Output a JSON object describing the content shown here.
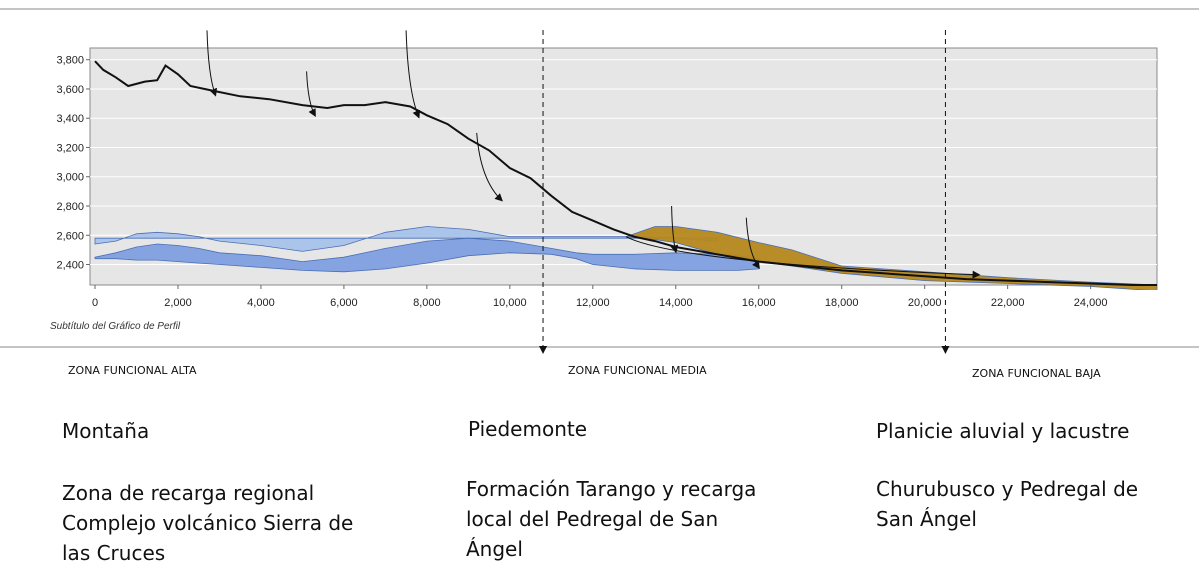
{
  "chart_data": {
    "type": "area",
    "subtitle": "Subtítulo del Gráfico de Perfil",
    "x_ticks": [
      "0",
      "2,000",
      "4,000",
      "6,000",
      "8,000",
      "10,000",
      "12,000",
      "14,000",
      "16,000",
      "18,000",
      "20,000",
      "22,000",
      "24,000"
    ],
    "y_ticks": [
      "2,400",
      "2,600",
      "2,800",
      "3,000",
      "3,200",
      "3,400",
      "3,600",
      "3,800"
    ],
    "xlim": [
      0,
      25600
    ],
    "ylim": [
      2260,
      3880
    ],
    "grid": true,
    "series": [
      {
        "kind": "terrain-line",
        "color": "#111111",
        "x": [
          0,
          200,
          500,
          800,
          1200,
          1500,
          1700,
          2000,
          2300,
          2800,
          3500,
          4200,
          5000,
          5600,
          6000,
          6500,
          7000,
          7600,
          8000,
          8500,
          9000,
          9500,
          10000,
          10500,
          11000,
          11500,
          12000,
          12500,
          13000,
          13500,
          14000,
          15000,
          16000,
          17000,
          18000,
          19000,
          20000,
          21000,
          22000,
          23000,
          24000,
          25000,
          25600
        ],
        "y": [
          3790,
          3730,
          3680,
          3620,
          3650,
          3660,
          3760,
          3700,
          3620,
          3590,
          3550,
          3530,
          3490,
          3470,
          3490,
          3490,
          3510,
          3480,
          3420,
          3360,
          3260,
          3180,
          3060,
          2990,
          2870,
          2760,
          2700,
          2640,
          2590,
          2560,
          2520,
          2470,
          2420,
          2390,
          2360,
          2340,
          2320,
          2300,
          2290,
          2280,
          2270,
          2260,
          2260
        ]
      },
      {
        "kind": "aquifer-upper",
        "color": "#a6c2ea",
        "x": [
          0,
          500,
          1000,
          1500,
          2000,
          2500,
          3000,
          4000,
          5000,
          6000,
          7000,
          8000,
          9000,
          10000,
          11000,
          12000,
          13000,
          14000,
          15000
        ],
        "upper": [
          2540,
          2560,
          2610,
          2620,
          2610,
          2590,
          2560,
          2530,
          2490,
          2530,
          2620,
          2660,
          2640,
          2590,
          2590,
          2590,
          2590,
          2580,
          2560
        ],
        "lower": [
          2580,
          2580,
          2580,
          2580,
          2580,
          2580,
          2580,
          2580,
          2580,
          2580,
          2580,
          2580,
          2580,
          2580,
          2580,
          2580,
          2580,
          2580,
          2580
        ]
      },
      {
        "kind": "aquifer-lower",
        "color": "#7e9fdf",
        "x": [
          0,
          500,
          1000,
          1500,
          2000,
          2500,
          3000,
          4000,
          5000,
          6000,
          7000,
          8000,
          9000,
          10000,
          11000,
          11600,
          12000,
          13000,
          14000,
          15000,
          15500,
          16000
        ],
        "upper": [
          2450,
          2480,
          2520,
          2540,
          2530,
          2510,
          2480,
          2460,
          2420,
          2450,
          2510,
          2560,
          2580,
          2560,
          2510,
          2480,
          2470,
          2470,
          2480,
          2470,
          2460,
          2440
        ],
        "lower": [
          2440,
          2440,
          2430,
          2430,
          2420,
          2410,
          2400,
          2380,
          2360,
          2350,
          2370,
          2410,
          2460,
          2480,
          2470,
          2440,
          2400,
          2370,
          2360,
          2360,
          2360,
          2370
        ]
      },
      {
        "kind": "sediment",
        "color": "#b5881c",
        "x": [
          12800,
          13500,
          14000,
          15000,
          16000,
          16800,
          18000,
          20000,
          22000,
          24000,
          25600
        ],
        "upper": [
          2590,
          2660,
          2660,
          2620,
          2550,
          2500,
          2390,
          2350,
          2310,
          2280,
          2260
        ],
        "lower": [
          2590,
          2570,
          2550,
          2470,
          2420,
          2390,
          2340,
          2290,
          2270,
          2250,
          2220
        ]
      }
    ],
    "flow_arrows": [
      {
        "x0": 2700,
        "y0": 4000,
        "x1": 2900,
        "y1": 3560
      },
      {
        "x0": 5100,
        "y0": 3720,
        "x1": 5300,
        "y1": 3420
      },
      {
        "x0": 7500,
        "y0": 4000,
        "x1": 7800,
        "y1": 3410
      },
      {
        "x0": 9200,
        "y0": 3300,
        "x1": 9800,
        "y1": 2840
      },
      {
        "x0": 13900,
        "y0": 2800,
        "x1": 14000,
        "y1": 2490
      },
      {
        "x0": 15700,
        "y0": 2720,
        "x1": 16000,
        "y1": 2380
      },
      {
        "x0": 12800,
        "y0": 2590,
        "x1": 21300,
        "y1": 2330
      }
    ],
    "zone_dividers": [
      10800,
      20500
    ]
  },
  "zones": [
    {
      "label": "ZONA FUNCIONAL ALTA",
      "title": "Montaña",
      "lines": [
        "Zona de recarga regional",
        "Complejo volcánico Sierra de",
        "las Cruces"
      ]
    },
    {
      "label": "ZONA FUNCIONAL MEDIA",
      "title": "Piedemonte",
      "lines": [
        " Formación Tarango y recarga",
        "local del Pedregal de San",
        "Ángel"
      ]
    },
    {
      "label": "ZONA FUNCIONAL BAJA",
      "title": "Planicie aluvial y lacustre",
      "lines": [
        " Churubusco y Pedregal de",
        "San Ángel"
      ]
    }
  ]
}
